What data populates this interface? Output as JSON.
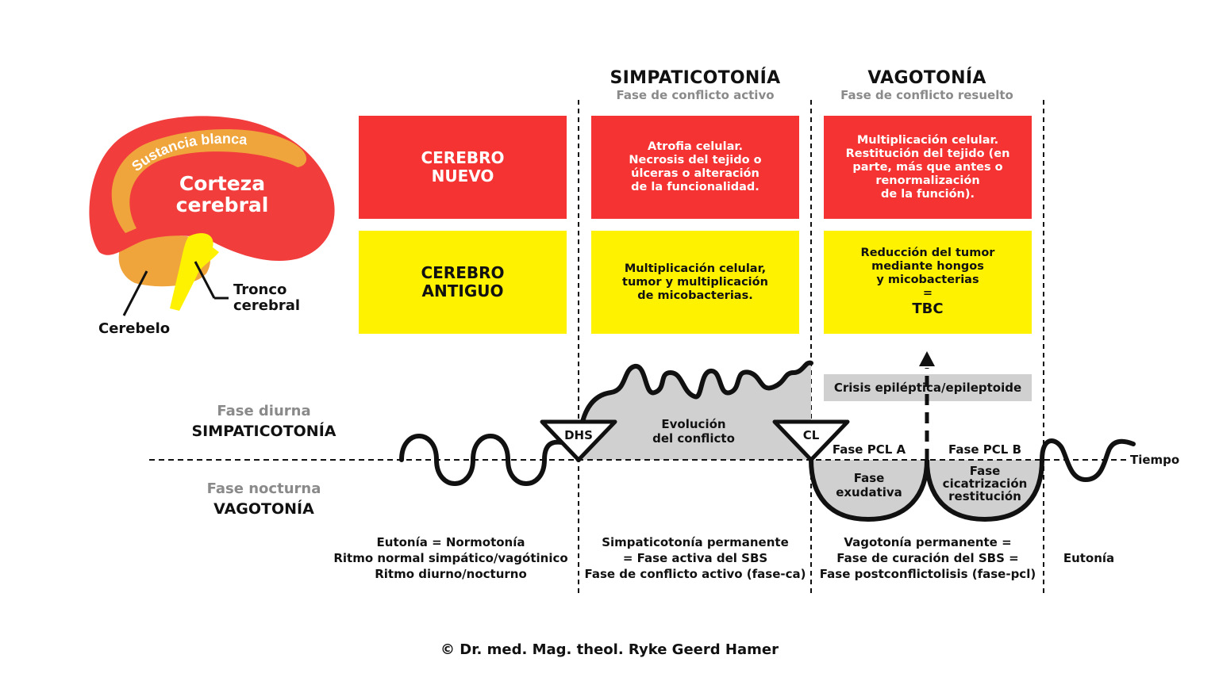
{
  "brain": {
    "white_matter": "Sustancia blanca",
    "cortex_1": "Corteza",
    "cortex_2": "cerebral",
    "brainstem_1": "Tronco",
    "brainstem_2": "cerebral",
    "cerebellum": "Cerebelo",
    "colors": {
      "cortex": "#f23d3d",
      "white_matter": "#f0a53c",
      "cerebellum": "#f0a53c",
      "brainstem": "#fff200"
    }
  },
  "headers": {
    "sympathicotonia": {
      "title": "SIMPATICOTONÍA",
      "subtitle": "Fase de conflicto activo"
    },
    "vagotonia": {
      "title": "VAGOTONÍA",
      "subtitle": "Fase de conflicto resuelto"
    }
  },
  "boxes": {
    "new_brain_label": "CEREBRO\nNUEVO",
    "new_brain_active": "Atrofia celular.\nNecrosis del tejido o\núlceras o alteración\nde la funcionalidad.",
    "new_brain_resolved": "Multiplicación celular.\nRestitución del tejido (en\nparte, más que antes o\nrenormalización\nde la función).",
    "old_brain_label": "CEREBRO\nANTIGUO",
    "old_brain_active": "Multiplicación celular,\ntumor y multiplicación\nde micobacterias.",
    "old_brain_resolved": "Reducción del tumor\nmediante hongos\ny micobacterias\n=",
    "old_brain_resolved_tbc": "TBC",
    "colors": {
      "red": "#f53333",
      "yellow": "#fff200"
    }
  },
  "left_labels": {
    "day_phase": "Fase diurna",
    "day_tone": "SIMPATICOTONÍA",
    "night_phase": "Fase nocturna",
    "night_tone": "VAGOTONÍA"
  },
  "curve_labels": {
    "dhs": "DHS",
    "cl": "CL",
    "evolution": "Evolución\ndel conflicto",
    "crisis": "Crisis epiléptica/epileptoide",
    "pcl_a": "Fase PCL A",
    "pcl_b": "Fase PCL B",
    "exudative": "Fase\nexudativa",
    "healing": "Fase\ncicatrización\nrestitución",
    "time": "Tiempo"
  },
  "bottom": {
    "eutonia_col": "Eutonía = Normotonía\nRitmo normal simpático/vagótinico\nRitmo diurno/nocturno",
    "sympa_col": "Simpaticotonía permanente\n= Fase activa del SBS\nFase de conflicto activo (fase-ca)",
    "vago_col": "Vagotonía permanente =\nFase de curación del SBS =\nFase postconflictolisis (fase-pcl)",
    "eutonia_end": "Eutonía"
  },
  "copyright": "© Dr. med. Mag. theol. Ryke Geerd Hamer"
}
